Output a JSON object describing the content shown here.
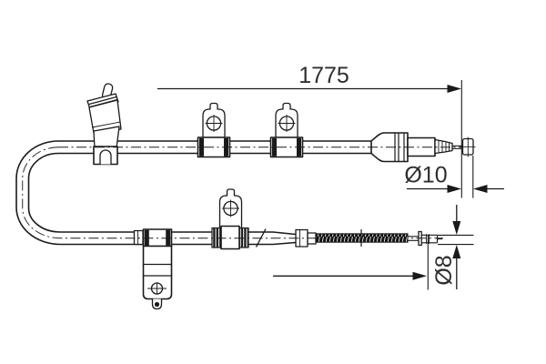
{
  "canvas": {
    "background": "#ffffff",
    "line_color": "#1a1a1a",
    "text_color": "#2e2e2e"
  },
  "dimensions": {
    "overall_length": {
      "value": "1775"
    },
    "end_diameter_upper": {
      "value": "Ø10"
    },
    "end_diameter_lower": {
      "value": "Ø8"
    }
  }
}
